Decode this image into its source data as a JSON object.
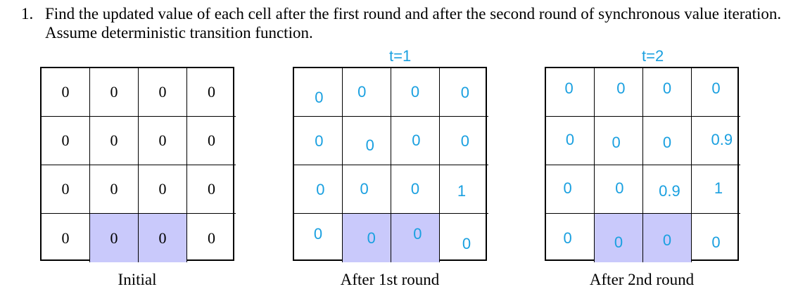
{
  "question": {
    "number": "1.",
    "text": "Find the updated value of each cell after the first round and after the second round of synchronous value iteration. Assume deterministic transition function."
  },
  "grids": [
    {
      "caption": "Initial",
      "header": "",
      "handwritten": false,
      "shaded": [
        [
          3,
          1
        ],
        [
          3,
          2
        ]
      ],
      "values": [
        [
          "0",
          "0",
          "0",
          "0"
        ],
        [
          "0",
          "0",
          "0",
          "0"
        ],
        [
          "0",
          "0",
          "0",
          "0"
        ],
        [
          "0",
          "0",
          "0",
          "0"
        ]
      ]
    },
    {
      "caption": "After 1st round",
      "header": "t=1",
      "handwritten": true,
      "shaded": [
        [
          3,
          1
        ],
        [
          3,
          2
        ]
      ],
      "values": [
        [
          "0",
          "0",
          "0",
          "0"
        ],
        [
          "0",
          "0",
          "0",
          "0"
        ],
        [
          "0",
          "0",
          "0",
          "1"
        ],
        [
          "0",
          "0",
          "0",
          "0"
        ]
      ]
    },
    {
      "caption": "After 2nd round",
      "header": "t=2",
      "handwritten": true,
      "shaded": [
        [
          3,
          1
        ],
        [
          3,
          2
        ]
      ],
      "values": [
        [
          "0",
          "0",
          "0",
          "0"
        ],
        [
          "0",
          "0",
          "0",
          "0.9"
        ],
        [
          "0",
          "0",
          "0.9",
          "1"
        ],
        [
          "0",
          "0",
          "0",
          "0"
        ]
      ]
    }
  ],
  "colors": {
    "ink": "#000000",
    "handwriting": "#1aa0e0",
    "shade": "#c9c9fb"
  }
}
